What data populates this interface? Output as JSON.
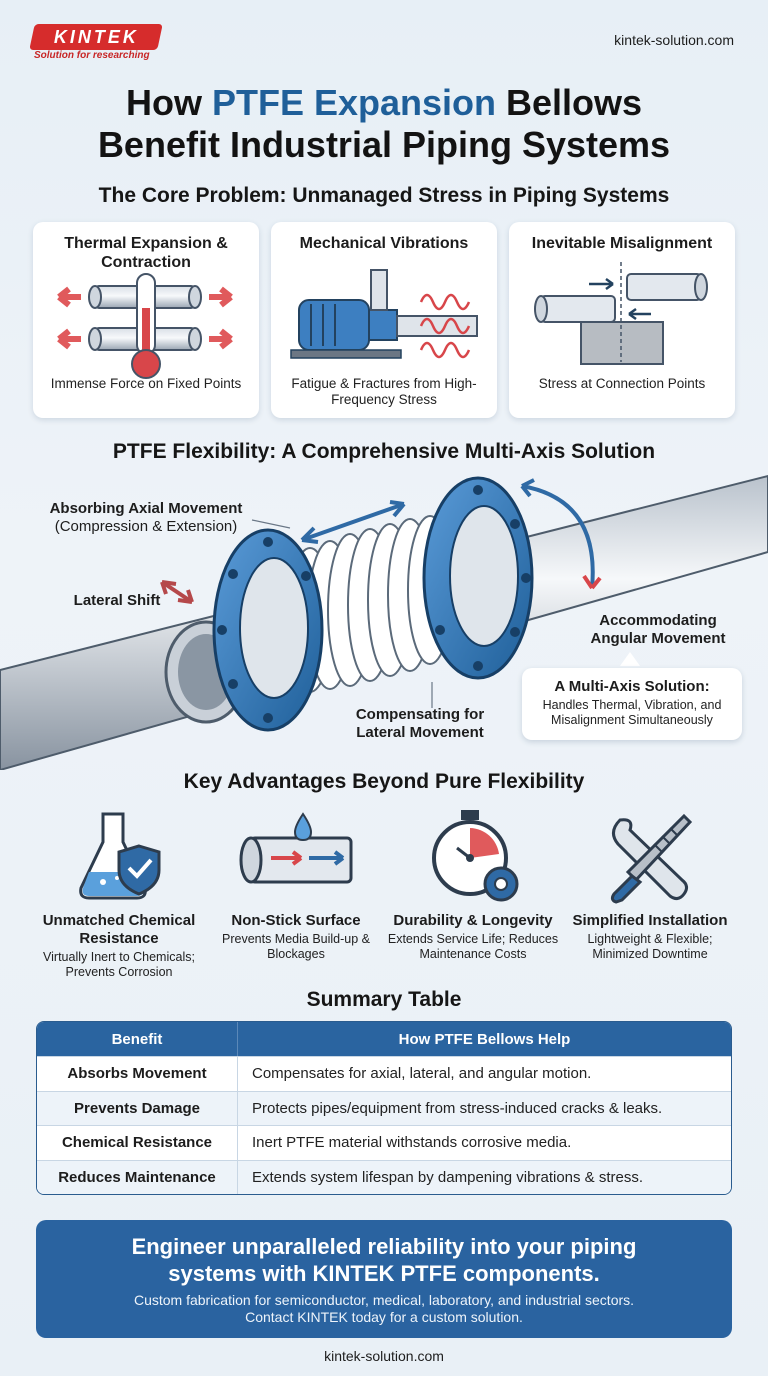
{
  "header": {
    "logo_text": "KINTEK",
    "logo_tagline": "Solution for researching",
    "site_url": "kintek-solution.com"
  },
  "title": {
    "pre": "How ",
    "accent": "PTFE Expansion",
    "post_line1": " Bellows",
    "line2": "Benefit Industrial Piping Systems"
  },
  "problem": {
    "heading": "The Core Problem: Unmanaged Stress in Piping Systems",
    "cards": [
      {
        "title": "Thermal Expansion & Contraction",
        "caption": "Immense Force on Fixed Points",
        "icon": "thermometer-pipes-icon"
      },
      {
        "title": "Mechanical Vibrations",
        "caption": "Fatigue & Fractures from High-Frequency Stress",
        "icon": "pump-vibration-icon"
      },
      {
        "title": "Inevitable Misalignment",
        "caption": "Stress at Connection Points",
        "icon": "misaligned-pipe-icon"
      }
    ]
  },
  "solution": {
    "heading": "PTFE Flexibility: A Comprehensive Multi-Axis Solution",
    "axial": {
      "title": "Absorbing Axial Movement",
      "sub": "(Compression & Extension)"
    },
    "lateral_shift": "Lateral Shift",
    "angular": "Accommodating Angular Movement",
    "lateral": "Compensating for Lateral Movement",
    "note": {
      "title": "A Multi-Axis Solution:",
      "body": "Handles Thermal, Vibration, and Misalignment Simultaneously"
    }
  },
  "advantages": {
    "heading": "Key Advantages Beyond Pure Flexibility",
    "items": [
      {
        "title": "Unmatched Chemical Resistance",
        "body": "Virtually Inert to Chemicals; Prevents Corrosion",
        "icon": "flask-shield-icon"
      },
      {
        "title": "Non-Stick Surface",
        "body": "Prevents Media Build-up & Blockages",
        "icon": "pipe-flow-icon"
      },
      {
        "title": "Durability & Longevity",
        "body": "Extends Service Life; Reduces Maintenance Costs",
        "icon": "stopwatch-gear-icon"
      },
      {
        "title": "Simplified Installation",
        "body": "Lightweight & Flexible; Minimized Downtime",
        "icon": "wrench-screw-icon"
      }
    ]
  },
  "summary": {
    "heading": "Summary Table",
    "headers": [
      "Benefit",
      "How PTFE Bellows Help"
    ],
    "rows": [
      [
        "Absorbs Movement",
        "Compensates for axial, lateral, and angular motion."
      ],
      [
        "Prevents Damage",
        "Protects pipes/equipment from stress-induced cracks & leaks."
      ],
      [
        "Chemical Resistance",
        "Inert PTFE material withstands corrosive media."
      ],
      [
        "Reduces Maintenance",
        "Extends system lifespan by dampening vibrations & stress."
      ]
    ]
  },
  "cta": {
    "headline": "Engineer unparalleled reliability into your piping systems with KINTEK PTFE components.",
    "line1": "Custom fabrication for semiconductor, medical, laboratory, and industrial sectors.",
    "line2": "Contact KINTEK today for a custom solution."
  },
  "colors": {
    "accent_blue": "#1f5f99",
    "brand_red": "#d62c2c",
    "arrow_red": "#d8464a"
  }
}
